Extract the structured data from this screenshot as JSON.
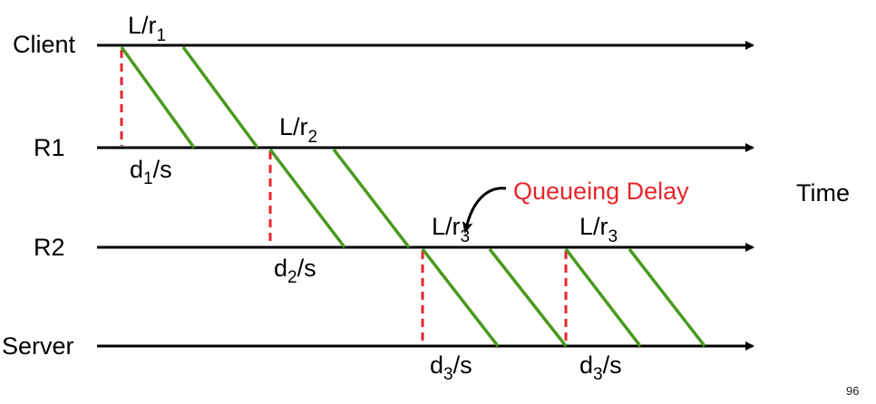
{
  "lines": [
    {
      "label": "Client"
    },
    {
      "label": "R1"
    },
    {
      "label": "R2"
    },
    {
      "label": "Server"
    }
  ],
  "transmission_labels": [
    {
      "base": "L/r",
      "sub": "1"
    },
    {
      "base": "L/r",
      "sub": "2"
    },
    {
      "base": "L/r",
      "sub": "3"
    },
    {
      "base": "L/r",
      "sub": "3"
    }
  ],
  "propagation_labels": [
    {
      "base": "d",
      "sub": "1",
      "tail": "/s"
    },
    {
      "base": "d",
      "sub": "2",
      "tail": "/s"
    },
    {
      "base": "d",
      "sub": "3",
      "tail": "/s"
    },
    {
      "base": "d",
      "sub": "3",
      "tail": "/s"
    }
  ],
  "callout": {
    "text": "Queueing Delay"
  },
  "time_label": "Time",
  "page_number": "96",
  "colors": {
    "line": "#000000",
    "transmission": "#4a9a1e",
    "propagation": "#e8262b",
    "callout": "#e8262b"
  }
}
